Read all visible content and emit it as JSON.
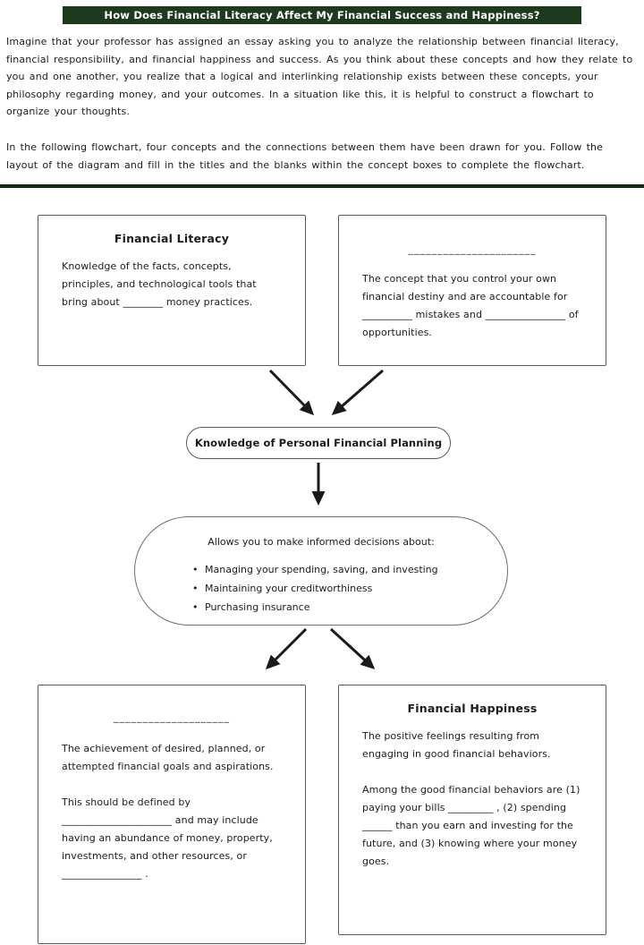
{
  "header": {
    "title": "How Does Financial Literacy Affect My Financial Success and Happiness?"
  },
  "intro": {
    "paragraph1": "Imagine that your professor has assigned an essay asking you to analyze the relationship between financial literacy, financial responsibility, and financial happiness and success. As you think about these concepts and how they relate to you and one another, you realize that a logical and interlinking relationship exists between these concepts, your philosophy regarding money, and your outcomes. In a situation like this, it is helpful to construct a flowchart to organize your thoughts.",
    "paragraph2": "In the following flowchart, four concepts and the connections between them have been drawn for you. Follow the layout of the diagram and fill in the titles and the blanks within the concept boxes to complete the flowchart."
  },
  "flowchart": {
    "top_left_box": {
      "title": "Financial Literacy",
      "body": "Knowledge of the facts, concepts, principles, and technological tools that bring about ________ money practices."
    },
    "top_right_box": {
      "title_blank": "______________________",
      "body": "The concept that you control your own financial destiny and are accountable for __________ mistakes and ________________ of opportunities."
    },
    "pill": {
      "label": "Knowledge of Personal Financial Planning"
    },
    "decisions_bubble": {
      "heading": "Allows you to make informed decisions about:",
      "bullets": [
        "Managing your spending, saving, and investing",
        "Maintaining your creditworthiness",
        "Purchasing insurance"
      ]
    },
    "bottom_left_box": {
      "title_blank": "____________________",
      "body1": "The achievement of desired, planned, or attempted financial goals and aspirations.",
      "body2": "This should be defined by ______________________ and may include having an abundance of money, property, investments, and other resources, or ________________ ."
    },
    "bottom_right_box": {
      "title": "Financial Happiness",
      "body1": "The positive feelings resulting from engaging in good financial behaviors.",
      "body2": "Among the good financial behaviors are (1) paying your bills _________ , (2) spending ______ than you earn and investing for the future, and (3) knowing where your money goes."
    }
  },
  "colors": {
    "header_bg": "#1e3a1e",
    "divider": "#16290f",
    "arrow": "#1a1a1a"
  }
}
